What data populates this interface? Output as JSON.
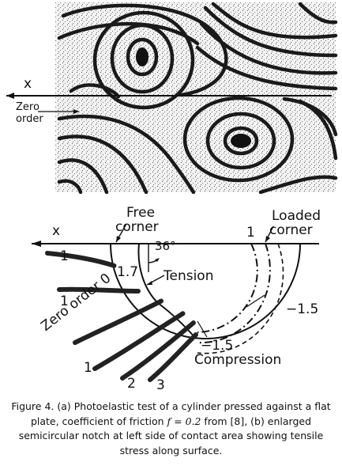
{
  "figure_a": {
    "axis_label": "x",
    "zero_order_label_line1": "Zero",
    "zero_order_label_line2": "order"
  },
  "figure_b": {
    "axis_label": "x",
    "free_corner_line1": "Free",
    "free_corner_line2": "corner",
    "loaded_corner_line1": "Loaded",
    "loaded_corner_line2": "corner",
    "angle_label": "36°",
    "fringe_1_7": "1.7",
    "tension_label": "Tension",
    "fringe_1_top_left": "1",
    "fringe_1_mid_left": "1",
    "fringe_1_loaded": "1",
    "fringe_neg_1_5_right": "−1.5",
    "fringe_neg_1_5_bottom": "−1.5",
    "compression_label": "Compression",
    "zero_order_text": "Zero order 0",
    "fringe_bottom_1": "1",
    "fringe_bottom_2": "2",
    "fringe_bottom_3": "3"
  },
  "caption": {
    "part1": "Figure 4. (a) Photoelastic test of a cylinder pressed against a flat plate, coefficient of friction ",
    "math": "f = 0.2",
    "part2": " from [8], (b) enlarged semicircular notch at left side of contact area showing tensile stress along surface."
  }
}
